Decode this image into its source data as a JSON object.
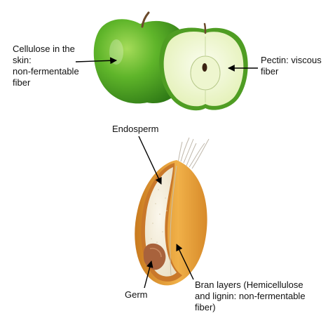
{
  "labels": {
    "cellulose": [
      "Cellulose in the",
      "skin:",
      "non-fermentable",
      "fiber"
    ],
    "pectin": [
      "Pectin: viscous",
      "fiber"
    ],
    "endosperm": [
      "Endosperm"
    ],
    "germ": [
      "Germ"
    ],
    "bran": [
      "Bran layers (Hemicellulose",
      "and lignin: non-fermentable",
      "fiber)"
    ]
  },
  "colors": {
    "apple_skin": "#5fb52a",
    "apple_skin_dark": "#2f7a16",
    "apple_flesh": "#f1f8d8",
    "stem": "#6b4a2b",
    "seed": "#3b2312",
    "grain_husk": "#e39a32",
    "grain_inner": "#f6efe0",
    "germ": "#a8623c",
    "arrow": "#000000"
  }
}
